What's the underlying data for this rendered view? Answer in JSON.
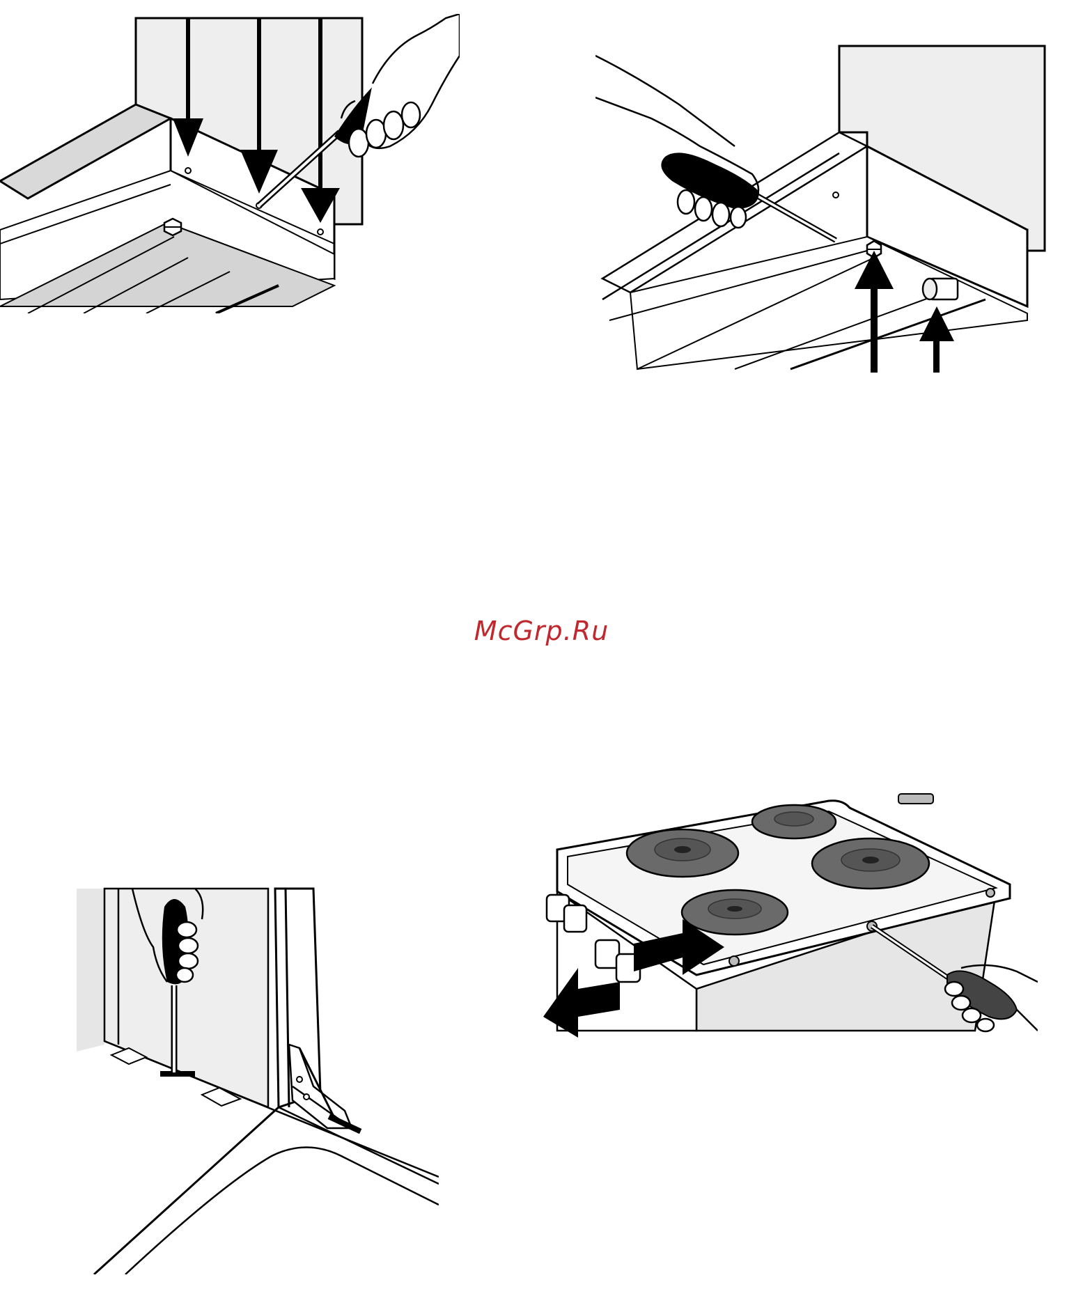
{
  "watermark": {
    "text": "McGrp.Ru",
    "color": "#c0282e"
  },
  "figures": [
    {
      "name": "fig-1",
      "icons": [
        "hand-icon",
        "screwdriver-icon",
        "down-arrow-icon",
        "screw-hole-icon",
        "adjustable-foot-icon"
      ]
    },
    {
      "name": "fig-2",
      "icons": [
        "hand-icon",
        "screwdriver-icon",
        "up-arrow-icon",
        "screw-hole-icon",
        "hex-nut-icon"
      ]
    },
    {
      "name": "fig-3",
      "icons": [
        "hand-icon",
        "screwdriver-icon",
        "anti-tilt-bracket-icon"
      ]
    },
    {
      "name": "fig-4",
      "icons": [
        "electric-cooker-icon",
        "hotplate-icon",
        "control-knob-icon",
        "double-arrow-icon",
        "hand-icon",
        "screwdriver-icon"
      ]
    }
  ],
  "colors": {
    "line": "#000000",
    "panel_fill": "#e9e9e9",
    "hob_fill": "#6a6a6a"
  }
}
